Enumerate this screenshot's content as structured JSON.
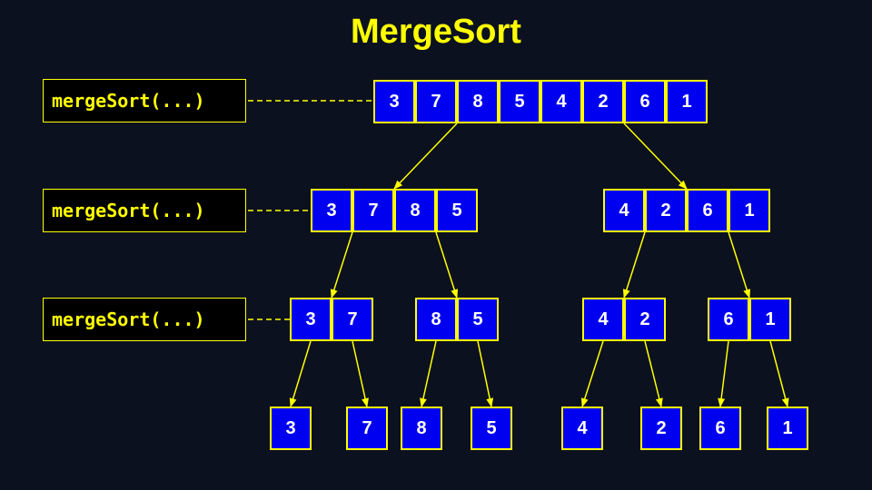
{
  "title": "MergeSort",
  "colors": {
    "background": "#0c111f",
    "accent": "#ffff00",
    "cell_fill": "#0000f0",
    "cell_text": "#ffffff"
  },
  "call_labels": [
    "mergeSort(...)",
    "mergeSort(...)",
    "mergeSort(...)"
  ],
  "levels": [
    {
      "groups": [
        [
          3,
          7,
          8,
          5,
          4,
          2,
          6,
          1
        ]
      ]
    },
    {
      "groups": [
        [
          3,
          7,
          8,
          5
        ],
        [
          4,
          2,
          6,
          1
        ]
      ]
    },
    {
      "groups": [
        [
          3,
          7
        ],
        [
          8,
          5
        ],
        [
          4,
          2
        ],
        [
          6,
          1
        ]
      ]
    },
    {
      "groups": [
        [
          3
        ],
        [
          7
        ],
        [
          8
        ],
        [
          5
        ],
        [
          4
        ],
        [
          2
        ],
        [
          6
        ],
        [
          1
        ]
      ]
    }
  ]
}
